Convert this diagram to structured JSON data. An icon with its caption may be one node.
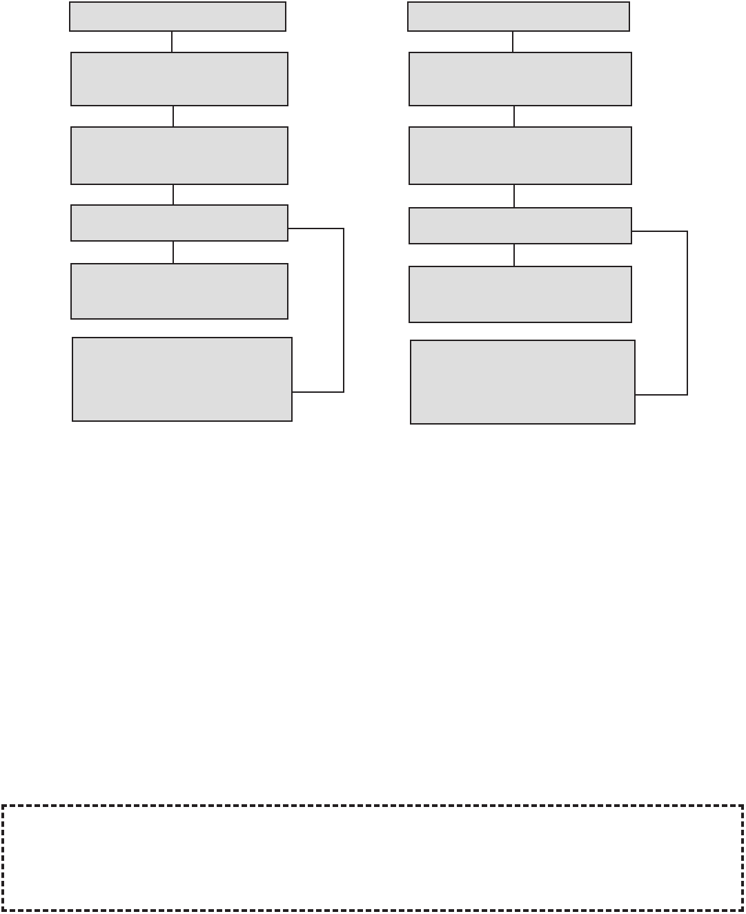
{
  "diagram": {
    "nodes": [
      {
        "text": [],
        "shape": "box"
      },
      {
        "text": [],
        "shape": "box"
      },
      {
        "text": [],
        "shape": "box"
      },
      {
        "text": [],
        "shape": "box"
      },
      {
        "text": [],
        "shape": "box"
      },
      {
        "text": [],
        "shape": "box"
      },
      {
        "text": [],
        "shape": "box"
      },
      {
        "text": [],
        "shape": "box"
      },
      {
        "text": [],
        "shape": "box"
      },
      {
        "text": [],
        "shape": "box"
      },
      {
        "text": [],
        "shape": "box"
      },
      {
        "text": [],
        "shape": "box"
      },
      {
        "text": [],
        "shape": "box"
      }
    ],
    "edges": [
      {
        "from": 0,
        "to": 1,
        "arrow": "none"
      },
      {
        "from": 1,
        "to": 2,
        "arrow": "none"
      },
      {
        "from": 2,
        "to": 3,
        "arrow": "none"
      },
      {
        "from": 3,
        "to": 4,
        "arrow": "none"
      },
      {
        "from": 3,
        "to": 5,
        "arrow": "none"
      },
      {
        "from": 6,
        "to": 7,
        "arrow": "none"
      },
      {
        "from": 7,
        "to": 8,
        "arrow": "none"
      },
      {
        "from": 8,
        "to": 9,
        "arrow": "none"
      },
      {
        "from": 9,
        "to": 10,
        "arrow": "none"
      },
      {
        "from": 9,
        "to": 11,
        "arrow": "none"
      }
    ]
  }
}
